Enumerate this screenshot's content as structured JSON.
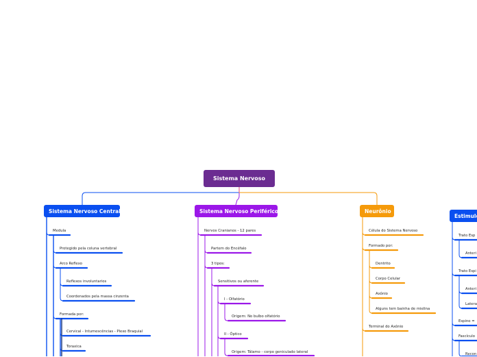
{
  "root": {
    "label": "Sistema Nervoso",
    "color": "#6b2c91"
  },
  "branches": {
    "snc": {
      "label": "Sistema Nervoso Central",
      "color": "#0a4ff0",
      "items": [
        "Medula",
        "Protegido pela coluna vertebral",
        "Arco Reflexo",
        "Reflexos involuntarios",
        "Coordenados pela massa cinzenta",
        "Formada por:",
        "Cervical - Intumescências - Plexo Braquial",
        "Toraxica"
      ]
    },
    "snp": {
      "label": "Sistema Nervoso Periférico",
      "color": "#9b17e8",
      "items": [
        "Nervos Cranianos - 12 pares",
        "Partem do Encéfalo",
        "3 tipos:",
        "Sensitivos ou aferente",
        "I - Olfatório",
        "Origem: No bulbo olfatório",
        "II - Óptico",
        "Origem: Tálamo - corpo geniculado lateral"
      ]
    },
    "neuronio": {
      "label": "Neurônio",
      "color": "#f59a0a",
      "items": [
        "Célula do Sistema Nervoso",
        "Formado por:",
        "Dentrito",
        "Corpo Celular",
        "Axônio",
        "Alguns tem bainha de mielina",
        "Terminal do Axônio"
      ]
    },
    "estimulo": {
      "label": "Estimulo",
      "color": "#0a4ff0",
      "items": [
        "Trato  Esp",
        "Anteri",
        "Trato Espi",
        "Anteri",
        "Latera",
        "Espino =",
        "Fascículo",
        "Recon"
      ]
    }
  }
}
